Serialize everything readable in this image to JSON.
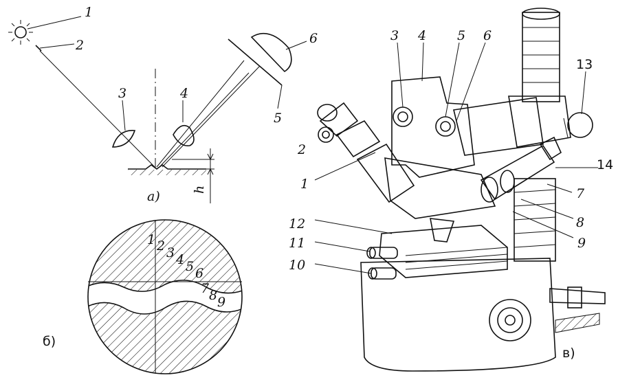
{
  "panel_a": {
    "caption": "а)",
    "labels": [
      "1",
      "2",
      "3",
      "4",
      "5",
      "6",
      "h"
    ]
  },
  "panel_b": {
    "caption": "б)",
    "scale_digits": [
      "1",
      "2",
      "3",
      "4",
      "5",
      "6",
      "7",
      "8",
      "9"
    ]
  },
  "panel_c": {
    "caption": "в)",
    "labels": [
      "1",
      "2",
      "3",
      "4",
      "5",
      "6",
      "7",
      "8",
      "9",
      "10",
      "11",
      "12",
      "13",
      "14"
    ]
  }
}
